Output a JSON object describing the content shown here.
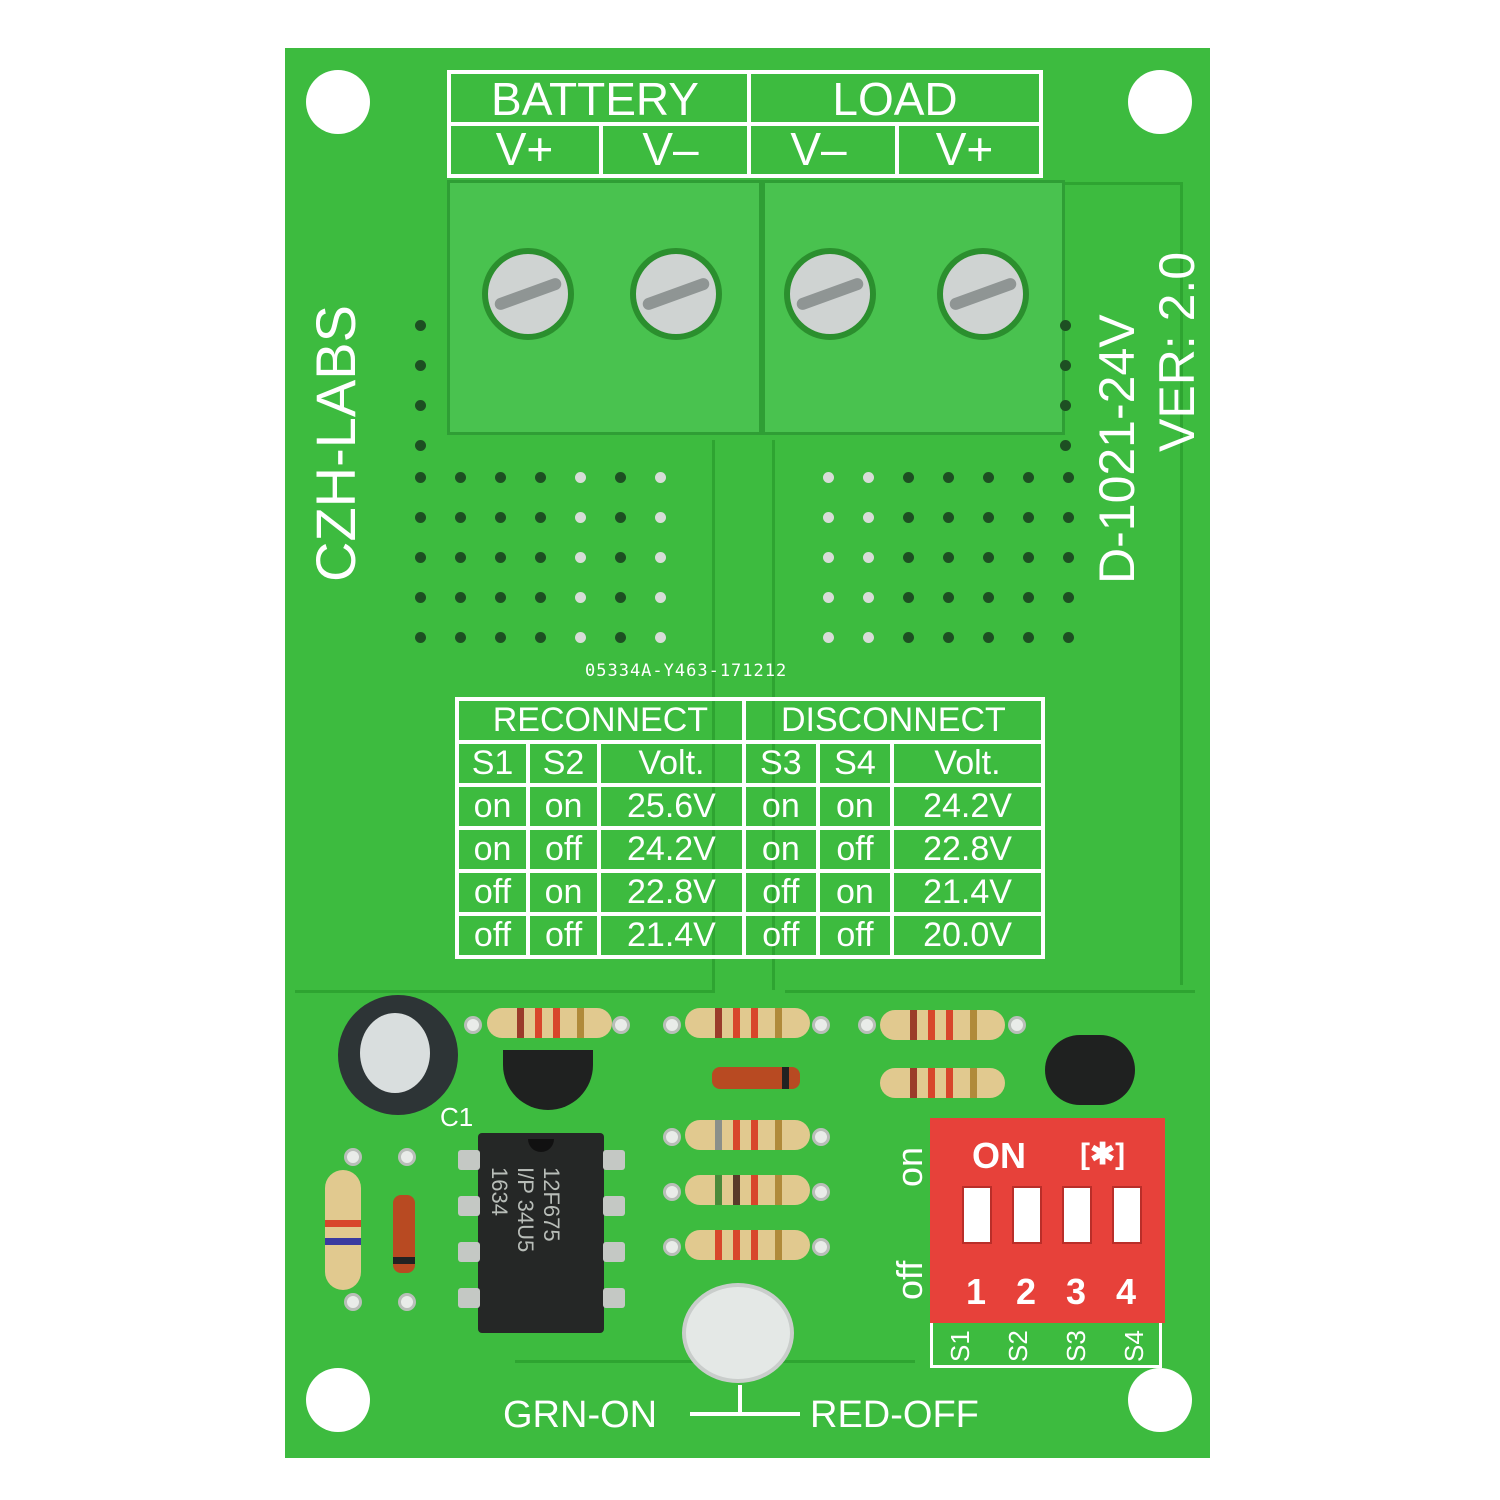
{
  "board": {
    "brand": "CZH-LABS",
    "model": "D-1021-24V",
    "version": "VER: 2.0",
    "serial": "05334A-Y463-171212",
    "terminal_groups": [
      "BATTERY",
      "LOAD"
    ],
    "terminal_labels": [
      "V+",
      "V–",
      "V–",
      "V+"
    ],
    "cap_label": "C1",
    "led_left": "GRN-ON",
    "led_right": "RED-OFF"
  },
  "table": {
    "left_title": "RECONNECT",
    "right_title": "DISCONNECT",
    "headers": [
      "S1",
      "S2",
      "Volt.",
      "S3",
      "S4",
      "Volt."
    ],
    "rows": [
      [
        "on",
        "on",
        "25.6V",
        "on",
        "on",
        "24.2V"
      ],
      [
        "on",
        "off",
        "24.2V",
        "on",
        "off",
        "22.8V"
      ],
      [
        "off",
        "on",
        "22.8V",
        "off",
        "on",
        "21.4V"
      ],
      [
        "off",
        "off",
        "21.4V",
        "off",
        "off",
        "20.0V"
      ]
    ]
  },
  "ic_marking": [
    "12F675",
    "I/P 34U5",
    "1634"
  ],
  "dip": {
    "on_label": "ON",
    "numbers": [
      "1",
      "2",
      "3",
      "4"
    ],
    "side_on": "on",
    "side_off": "off",
    "switch_labels": [
      "S1",
      "S2",
      "S3",
      "S4"
    ]
  },
  "colors": {
    "pcb": "#3dbb3f",
    "silkscreen": "#ffffff",
    "terminal": "#49c24f",
    "dip_switch": "#e7413a"
  }
}
